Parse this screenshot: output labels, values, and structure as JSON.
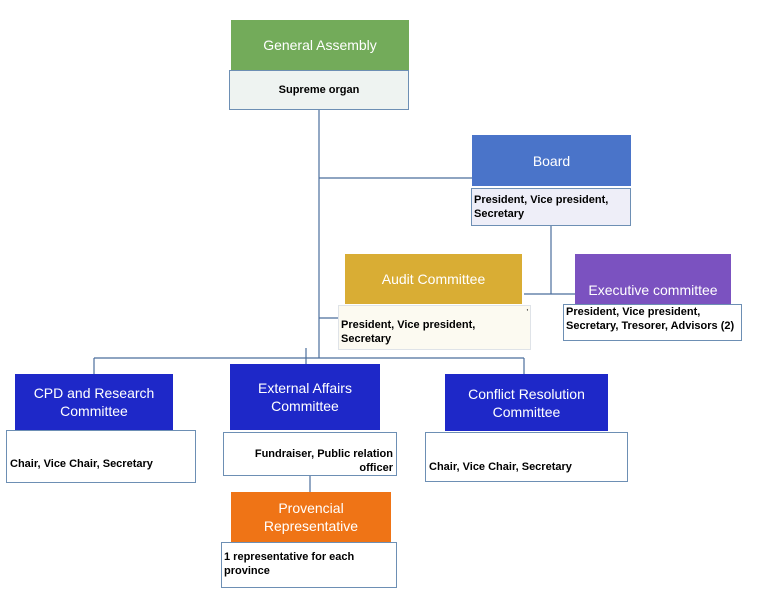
{
  "general_assembly": {
    "title": "General Assembly",
    "detail": "Supreme organ"
  },
  "board": {
    "title": "Board",
    "detail": "President, Vice president, Secretary"
  },
  "audit_committee": {
    "title": "Audit Committee",
    "detail": "President, Vice president, Secretary",
    "marker": "'"
  },
  "executive_committee": {
    "title": "Executive committee",
    "detail": "President, Vice president, Secretary, Tresorer, Advisors (2)"
  },
  "cpd_committee": {
    "title": "CPD and Research Committee",
    "detail": "Chair, Vice Chair, Secretary"
  },
  "external_affairs_committee": {
    "title": "External Affairs Committee",
    "detail": "Fundraiser, Public relation officer"
  },
  "conflict_resolution_committee": {
    "title": "Conflict Resolution Committee",
    "detail": "Chair, Vice Chair, Secretary"
  },
  "provencial_representative": {
    "title": "Provencial Representative",
    "detail": "1 representative for each province"
  },
  "colors": {
    "general_assembly": "#73ab5a",
    "board": "#4a74c9",
    "audit_committee": "#d9ad34",
    "executive_committee": "#7b52c0",
    "committees": "#1e28c8",
    "provencial_representative": "#ef7416",
    "connector": "#4b6e9c"
  }
}
